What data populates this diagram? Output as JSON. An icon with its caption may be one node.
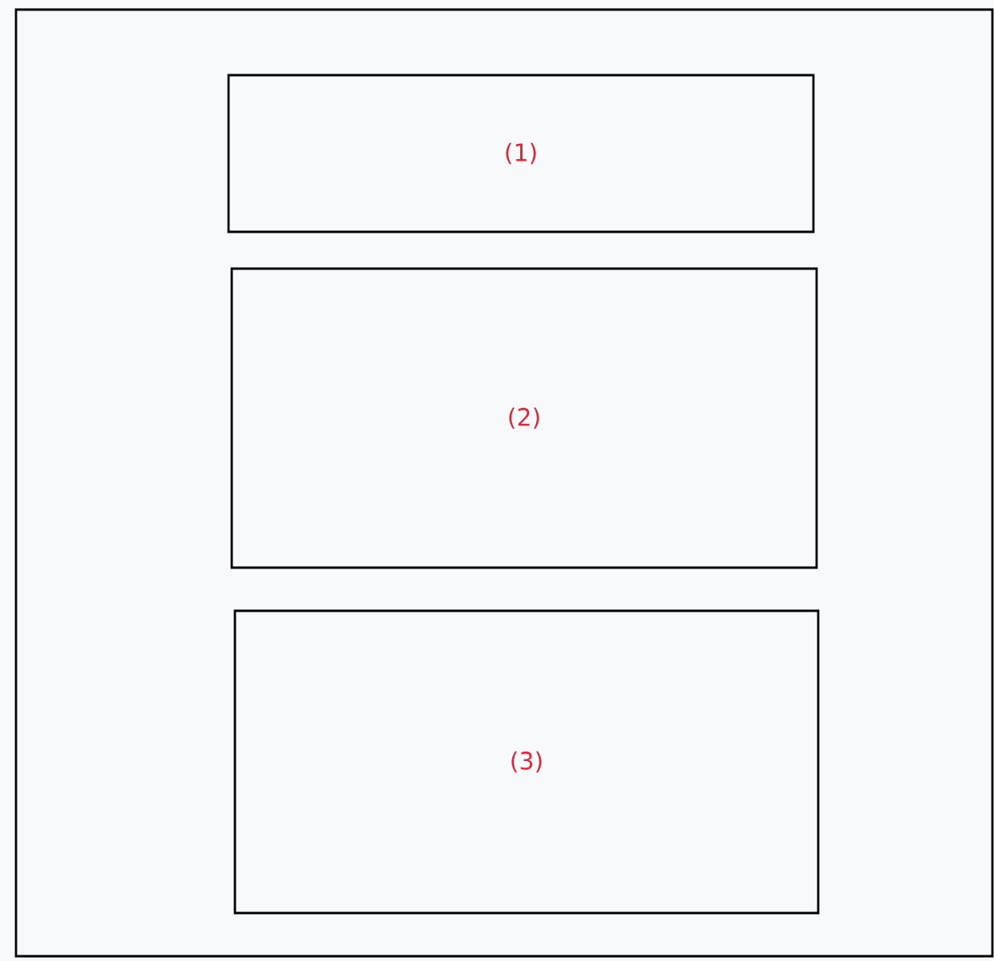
{
  "diagram": {
    "nodes": [
      {
        "text": [],
        "shape": "box"
      },
      {
        "text": [
          "(1)"
        ],
        "in": 0
      },
      {
        "text": [
          "(2)"
        ],
        "in": 0
      },
      {
        "text": [
          "(3)"
        ],
        "in": 0
      }
    ]
  }
}
